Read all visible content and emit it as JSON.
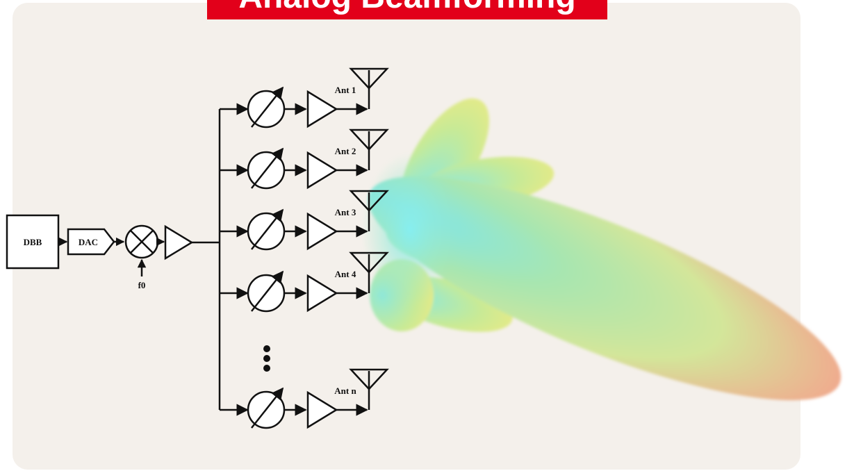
{
  "title": "Analog Beamforming",
  "blocks": {
    "dbb": "DBB",
    "dac": "DAC",
    "lo": "f0"
  },
  "antennas": [
    {
      "label": "Ant 1"
    },
    {
      "label": "Ant 2"
    },
    {
      "label": "Ant 3"
    },
    {
      "label": "Ant 4"
    },
    {
      "label": "Ant n"
    }
  ],
  "colors": {
    "banner": "#e2001a",
    "panel": "#f4f0eb",
    "lobe_center": "#7ee8e8",
    "lobe_mid": "#c9e89a",
    "lobe_tip": "#f2a78e"
  }
}
